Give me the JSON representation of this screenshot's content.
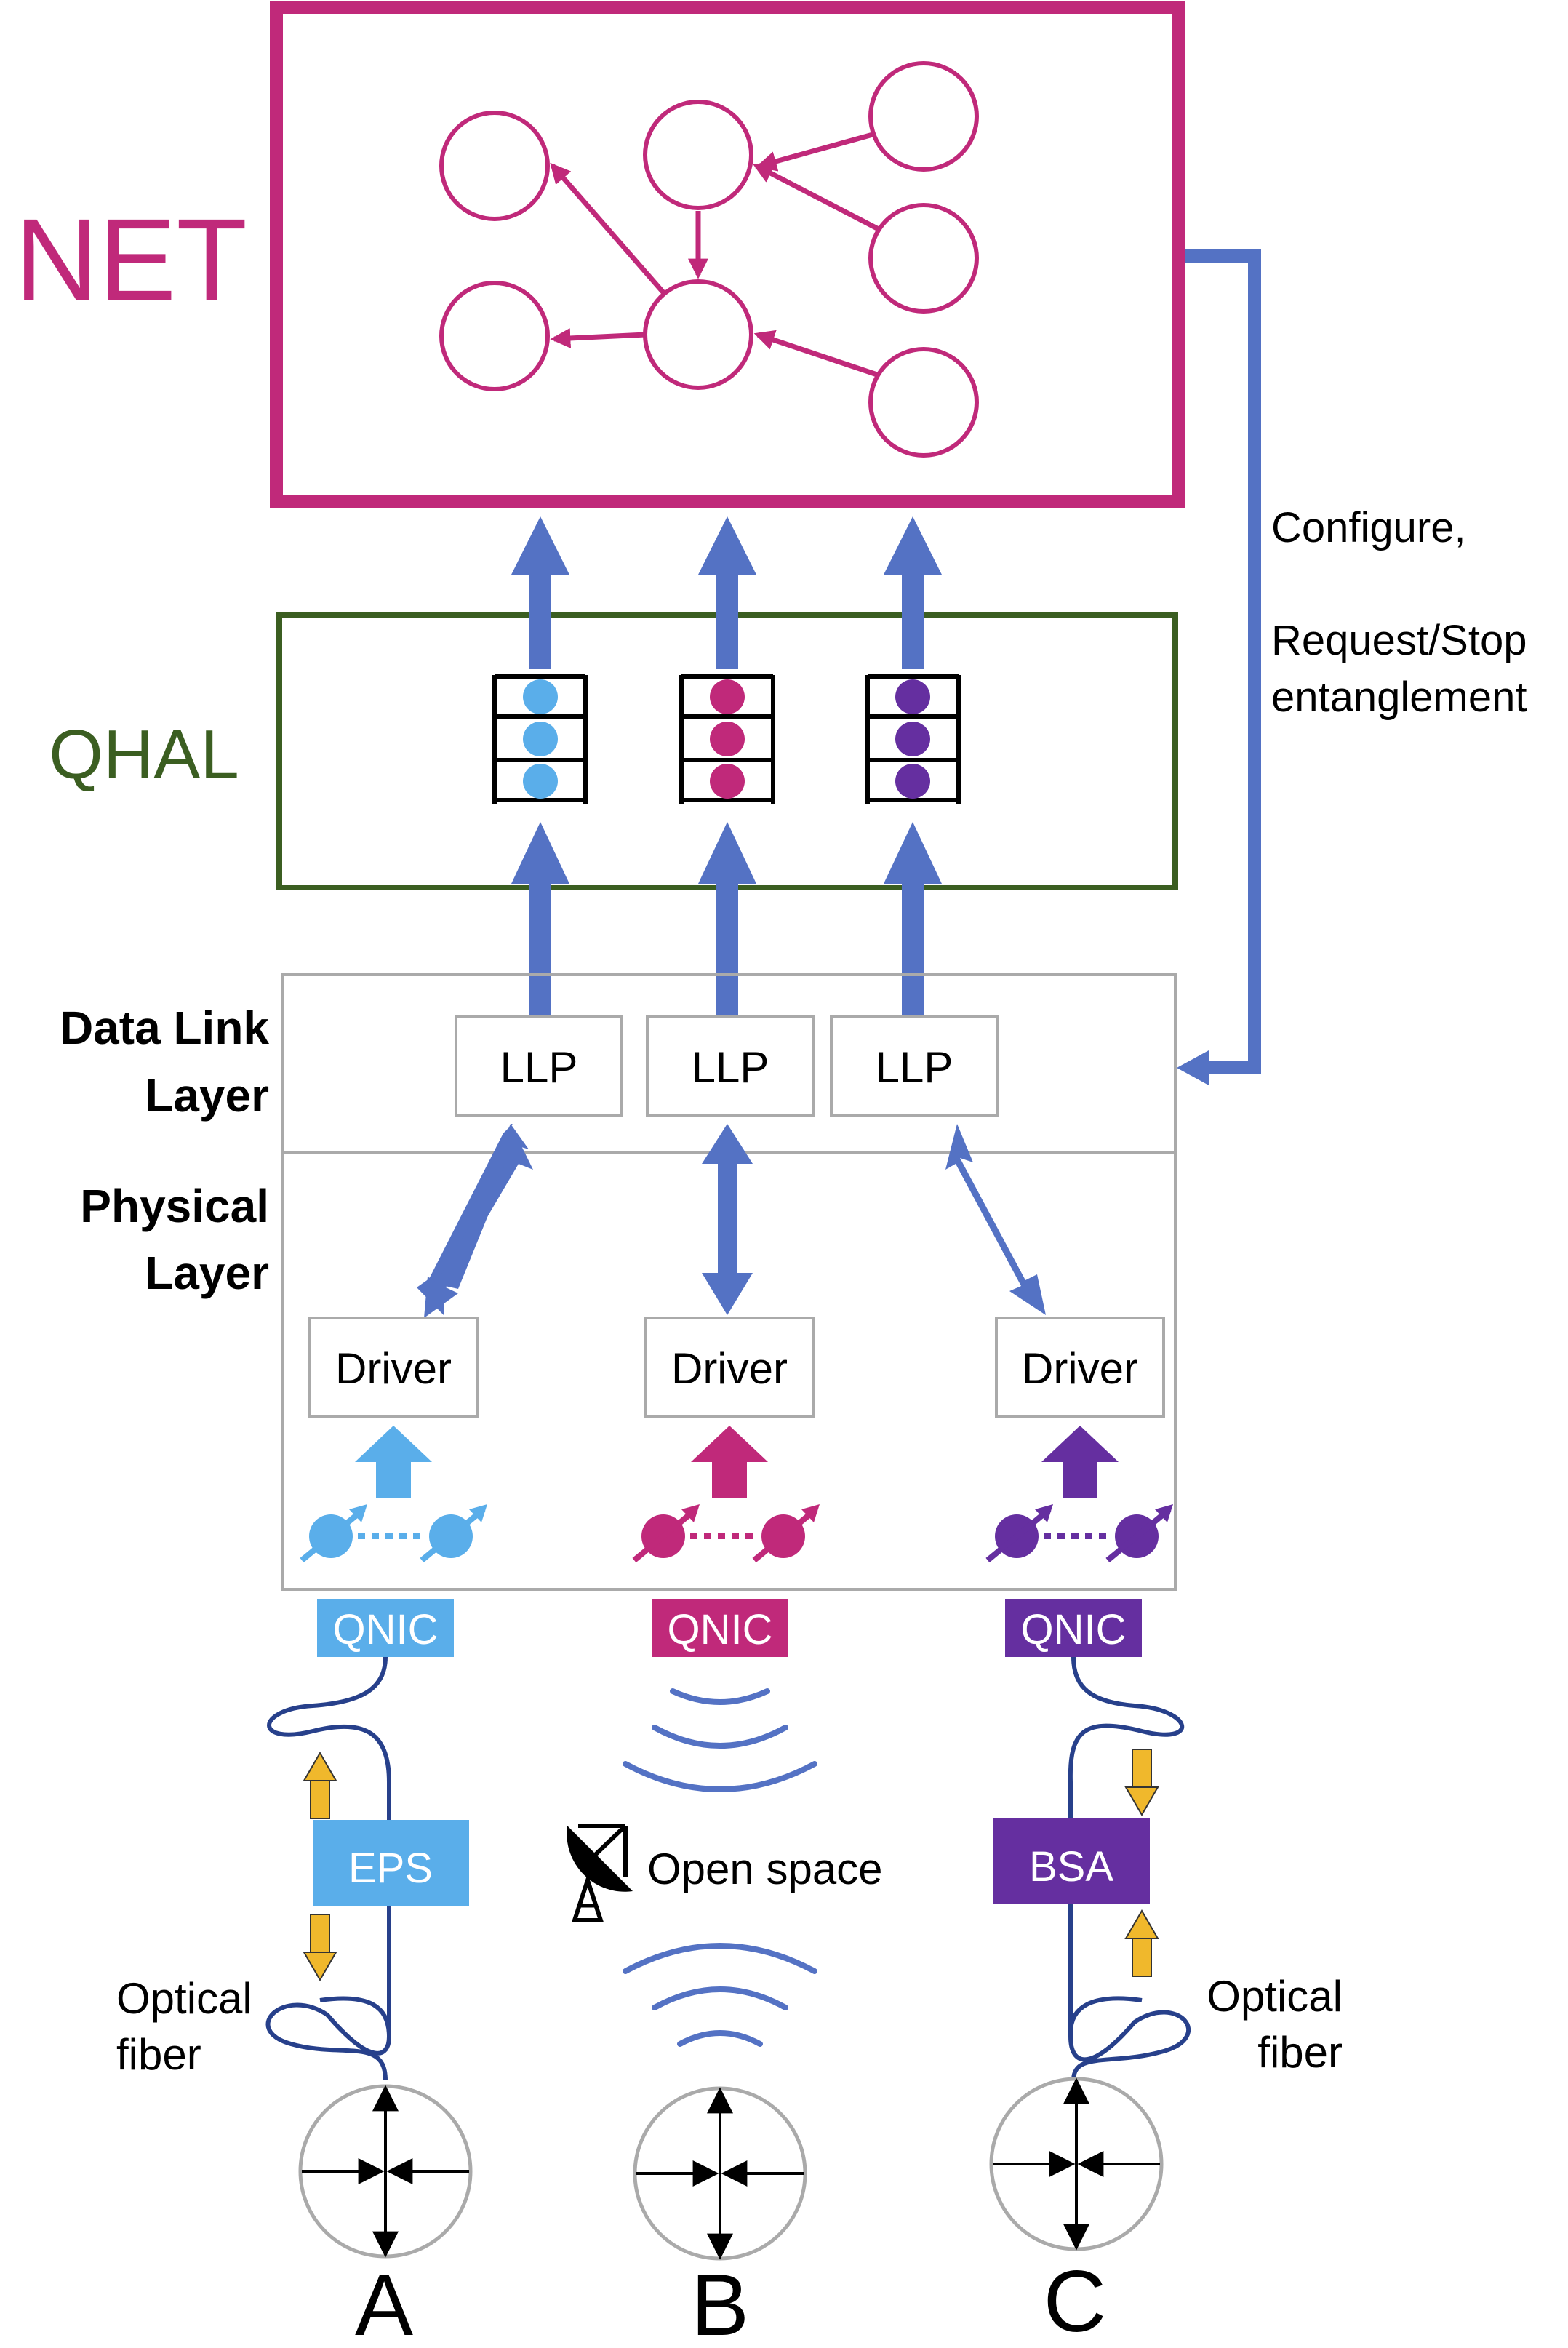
{
  "layers": {
    "net": "NET",
    "qhal": "QHAL",
    "data_link": [
      "Data Link",
      "Layer"
    ],
    "physical": [
      "Physical",
      "Layer"
    ]
  },
  "side_note": {
    "line1": "Configure,",
    "line2": "Request/Stop",
    "line3": "entanglement"
  },
  "llp_labels": [
    "LLP",
    "LLP",
    "LLP"
  ],
  "driver_labels": [
    "Driver",
    "Driver",
    "Driver"
  ],
  "qnic_labels": [
    "QNIC",
    "QNIC",
    "QNIC"
  ],
  "links": {
    "eps": "EPS",
    "bsa": "BSA",
    "open_space": "Open space",
    "fiber_left": [
      "Optical",
      "fiber"
    ],
    "fiber_right": [
      "Optical",
      "fiber"
    ]
  },
  "nodes": [
    "A",
    "B",
    "C"
  ],
  "colors": {
    "net": "#c0297a",
    "qhal": "#3b5e21",
    "arrow": "#5472c4",
    "blue": "#5aaeea",
    "magenta": "#c0297a",
    "purple": "#652fa0",
    "yellow": "#f0b82c",
    "gray_box": "#aaaaaa",
    "fiber": "#27408b"
  },
  "icons": [
    "satellite-dish-icon",
    "router-icon",
    "entangled-qubit-pair-icon",
    "queue-icon"
  ]
}
